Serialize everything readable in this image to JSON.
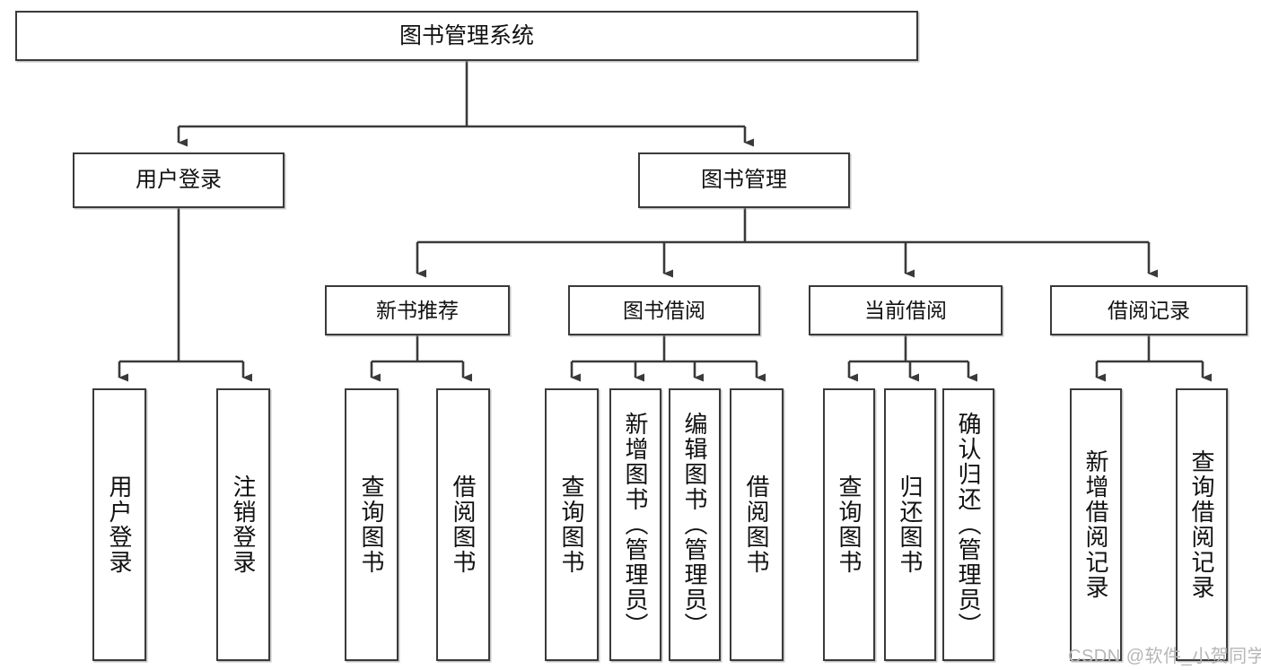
{
  "diagram": {
    "title": "图书管理系统",
    "type": "tree-hierarchy",
    "arrow_color": "#3a3a3a",
    "box_border_color": "#3a3a3a",
    "box_fill_color": "#ffffff",
    "text_color": "#111111"
  },
  "root": {
    "label": "图书管理系统"
  },
  "level2": [
    {
      "label": "用户登录"
    },
    {
      "label": "图书管理"
    }
  ],
  "level3": [
    {
      "label": "新书推荐"
    },
    {
      "label": "图书借阅"
    },
    {
      "label": "当前借阅"
    },
    {
      "label": "借阅记录"
    }
  ],
  "leaves": {
    "user_login": [
      {
        "label": "用户登录"
      },
      {
        "label": "注销登录"
      }
    ],
    "new_book_recommend": [
      {
        "label": "查询图书"
      },
      {
        "label": "借阅图书"
      }
    ],
    "book_borrow": [
      {
        "label": "查询图书"
      },
      {
        "label": "新增图书（管理员）"
      },
      {
        "label": "编辑图书（管理员）"
      },
      {
        "label": "借阅图书"
      }
    ],
    "current_borrow": [
      {
        "label": "查询图书"
      },
      {
        "label": "归还图书"
      },
      {
        "label": "确认归还（管理员）"
      }
    ],
    "borrow_record": [
      {
        "label": "新增借阅记录"
      },
      {
        "label": "查询借阅记录"
      }
    ]
  },
  "watermark": {
    "text": "CSDN @软件_小贺同学"
  }
}
